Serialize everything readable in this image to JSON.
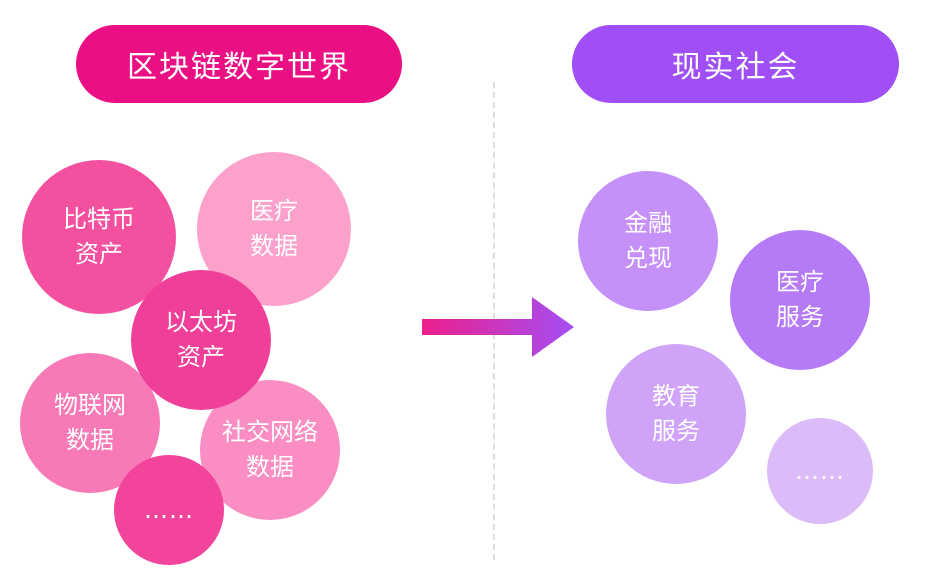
{
  "header": {
    "left_title": "区块链数字世界",
    "right_title": "现实社会"
  },
  "blockchain_world": [
    {
      "line1": "比特币",
      "line2": "资产",
      "color": "#f3519f"
    },
    {
      "line1": "医疗",
      "line2": "数据",
      "color": "#fba1cc"
    },
    {
      "line1": "以太坊",
      "line2": "资产",
      "color": "#ef3f98"
    },
    {
      "line1": "物联网",
      "line2": "数据",
      "color": "#f77ab7"
    },
    {
      "line1": "社交网络",
      "line2": "数据",
      "color": "#fa8dc1"
    },
    {
      "line1": "……",
      "color": "#f2449b"
    }
  ],
  "real_society": [
    {
      "line1": "金融",
      "line2": "兑现",
      "color": "#c590f7"
    },
    {
      "line1": "医疗",
      "line2": "服务",
      "color": "#b57af5"
    },
    {
      "line1": "教育",
      "line2": "服务",
      "color": "#cfa4f8"
    },
    {
      "line1": "……",
      "color": "#dcbbf9"
    }
  ],
  "colors": {
    "left_accent": "#ea0f83",
    "right_accent": "#a04ef5",
    "arrow_start": "#ec1f8c",
    "arrow_end": "#a44ef4"
  }
}
